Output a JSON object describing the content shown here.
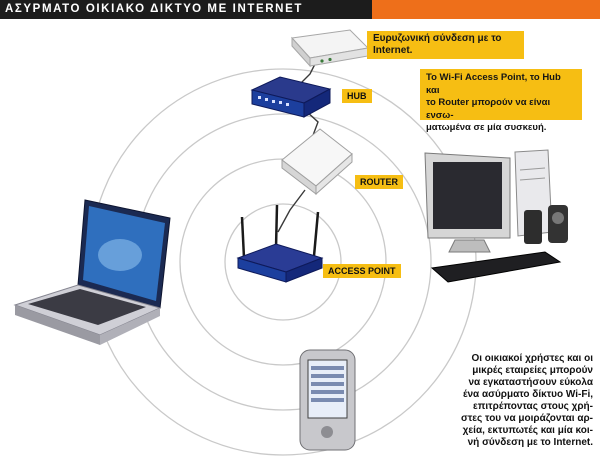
{
  "banner": {
    "title": "ΑΣΥΡΜΑΤΟ ΟΙΚΙΑΚΟ ΔΙΚΤΥΟ ΜΕ INTERNET"
  },
  "labels": {
    "broadband": "Ευρυζωνική σύνδεση με το Internet.",
    "hub": "HUB",
    "router": "ROUTER",
    "access_point": "ACCESS POINT"
  },
  "info_box": {
    "lines": [
      "Το Wi-Fi Access Point, το Hub και",
      "το Router μπορούν να είναι ενσω-",
      "ματωμένα σε μία συσκευή."
    ]
  },
  "description": {
    "lines": [
      "Οι οικιακοί χρήστες και οι",
      "μικρές εταιρείες μπορούν",
      "να εγκαταστήσουν εύκολα",
      "ένα ασύρματο δίκτυο Wi-Fi,",
      "επιτρέποντας στους χρή-",
      "στες του να μοιράζονται αρ-",
      "χεία, εκτυπωτές και μία κοι-",
      "νή σύνδεση με το Internet."
    ]
  },
  "colors": {
    "accent_orange": "#ee6f1a",
    "label_yellow": "#f6be13",
    "device_blue": "#1c3f9e"
  }
}
